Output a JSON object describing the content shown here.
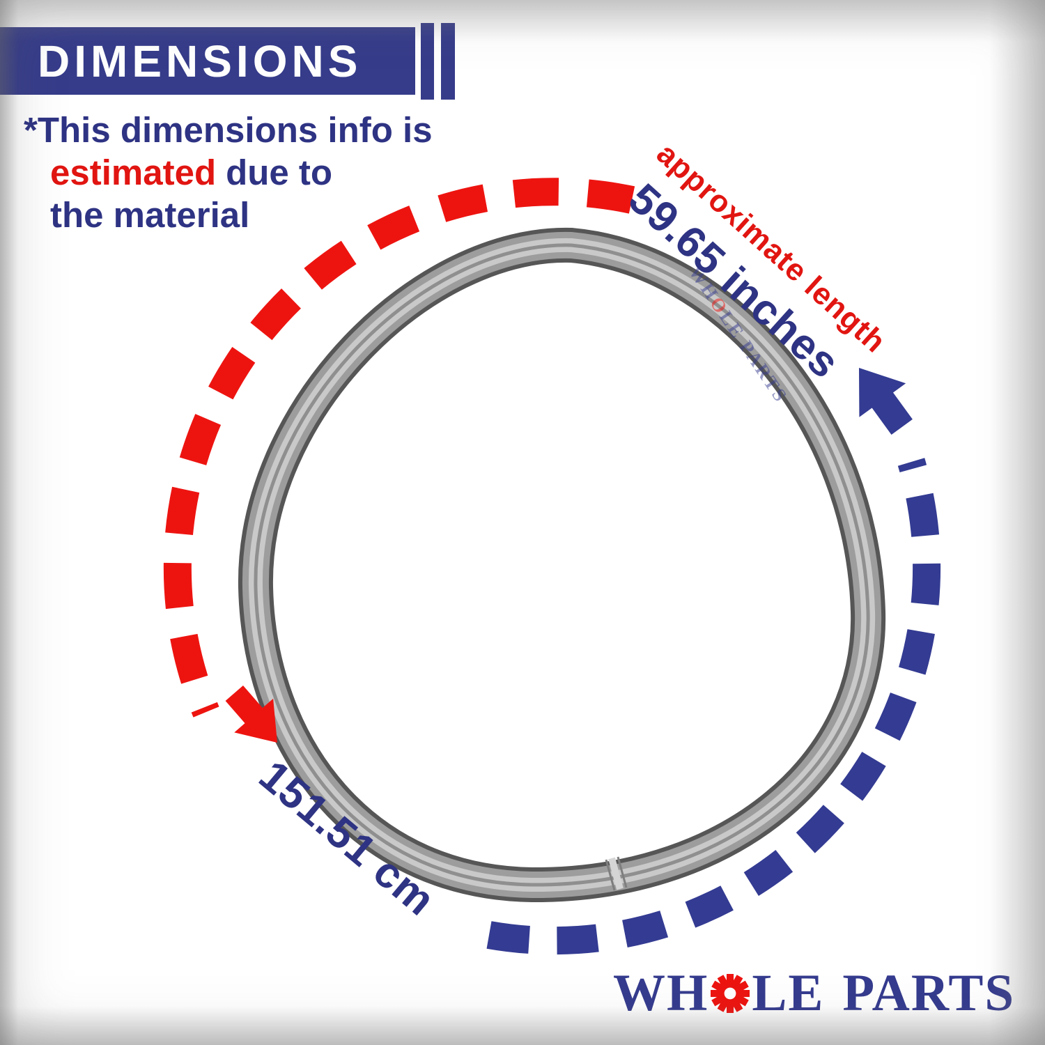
{
  "header": {
    "title": "DIMENSIONS"
  },
  "disclaimer": {
    "asterisk": "*",
    "line1": "This dimensions info is",
    "highlight": "estimated",
    "line2_rest": "due to",
    "line3": "the material"
  },
  "annotations": {
    "length_label": "approximate length",
    "length_value": "59.65 inches",
    "metric_value": "151.51 cm",
    "red_arrow_icon": "red-arrow-icon",
    "blue_arrow_icon": "blue-arrow-icon"
  },
  "watermark": {
    "part1": "WH",
    "o": "O",
    "part2": "LE PARTS"
  },
  "logo": {
    "part1": "WH",
    "gear_icon": "gear-icon",
    "part2": "LE",
    "part3": "PARTS"
  },
  "colors": {
    "banner_blue": "#363c8a",
    "text_blue": "#2e3383",
    "dash_blue": "#333b92",
    "red": "#ed1410",
    "text_red": "#e11511",
    "logo_blue": "#353b8e",
    "belt_gray": "#9d9d9d"
  }
}
